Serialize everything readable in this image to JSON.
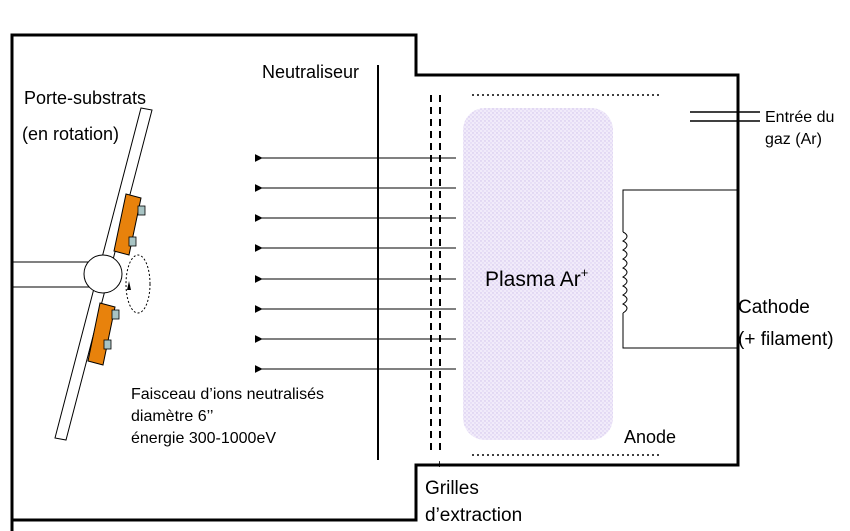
{
  "labels": {
    "substrate_holder": "Porte-substrats",
    "rotation": "(en rotation)",
    "neutralizer": "Neutraliseur",
    "gas_inlet_line1": "Entrée du",
    "gas_inlet_line2": "gaz (Ar)",
    "plasma_main": "Plasma Ar",
    "plasma_sup": "+",
    "cathode_line1": "Cathode",
    "cathode_line2": "(+ filament)",
    "beam_line1": "Faisceau d’ions neutralisés",
    "beam_line2": "diamètre 6’’",
    "beam_line3": "énergie 300-1000eV",
    "anode": "Anode",
    "grid_minus": "-",
    "grid_plus": "+",
    "grids_line1": "Grilles",
    "grids_line2": "d’extraction"
  },
  "colors": {
    "line": "#000000",
    "plasma_fill": "#ece4f8",
    "plasma_dot": "#c9b7ea",
    "substrate": "#e8820c",
    "clip": "#a8c4c4"
  }
}
